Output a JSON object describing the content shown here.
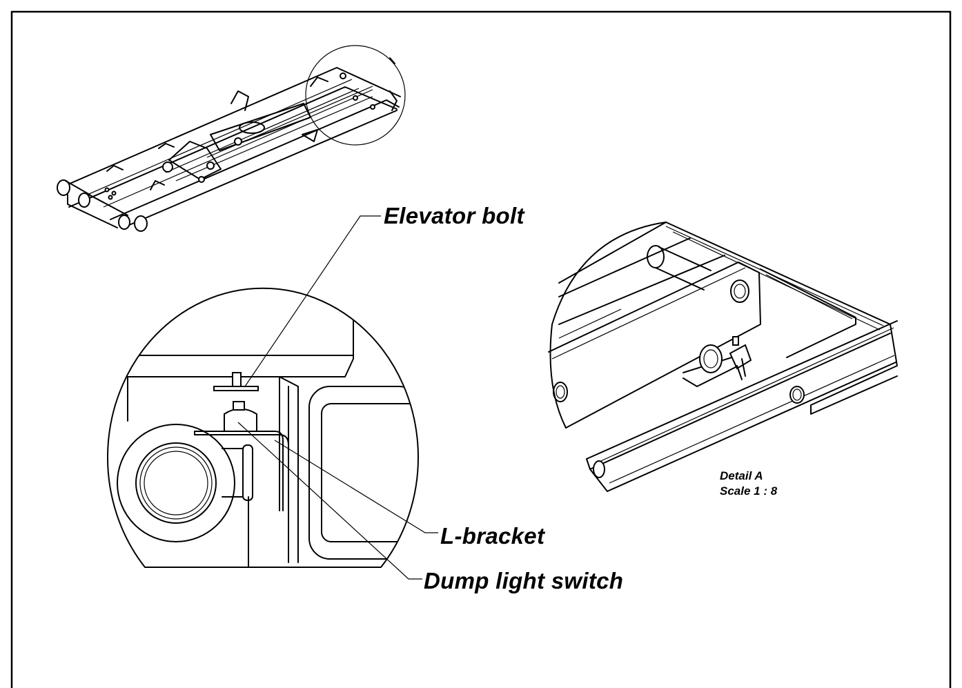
{
  "labels": {
    "elevator_bolt": "Elevator bolt",
    "l_bracket": "L-bracket",
    "dump_light_switch": "Dump light switch",
    "detail_title": "Detail A",
    "detail_scale": "Scale 1 : 8"
  }
}
